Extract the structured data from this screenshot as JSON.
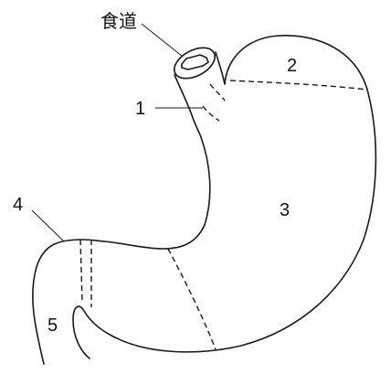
{
  "labels": {
    "esophagus": "食道",
    "region_1": "1",
    "region_2": "2",
    "region_3": "3",
    "region_4": "4",
    "region_5": "5"
  }
}
